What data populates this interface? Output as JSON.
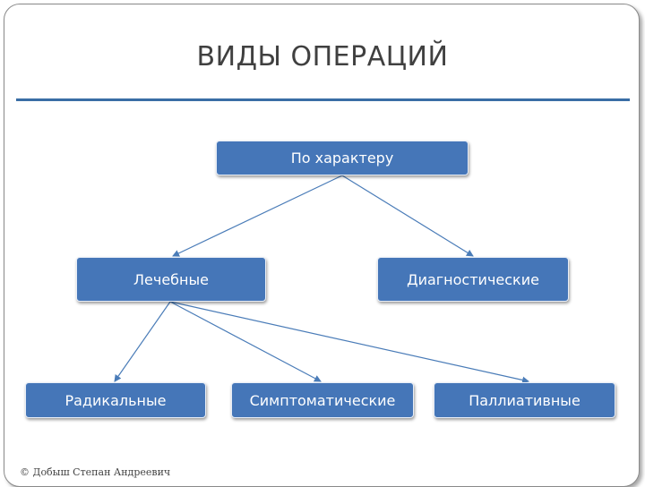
{
  "title": "ВИДЫ ОПЕРАЦИЙ",
  "diagram": {
    "root": {
      "label": "По характеру"
    },
    "level1": [
      {
        "label": "Лечебные"
      },
      {
        "label": "Диагностические"
      }
    ],
    "level2": [
      {
        "label": "Радикальные"
      },
      {
        "label": "Симптоматические"
      },
      {
        "label": "Паллиативные"
      }
    ]
  },
  "colors": {
    "node_fill": "#4576b8",
    "title_rule": "#3a6ea5",
    "connector": "#4a7cb8"
  },
  "footer": "© Добыш Степан Андреевич"
}
